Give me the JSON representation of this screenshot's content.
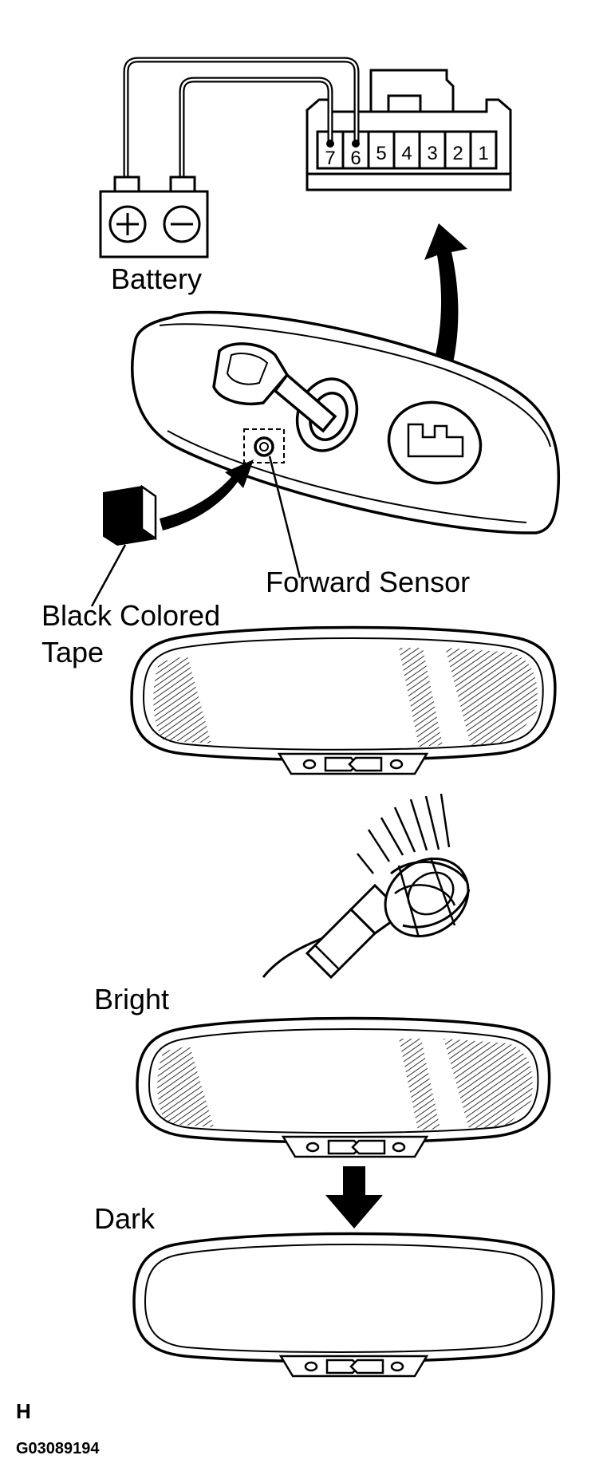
{
  "labels": {
    "battery": "Battery",
    "forward_sensor": "Forward Sensor",
    "black_tape_line1": "Black Colored",
    "black_tape_line2": "Tape",
    "bright": "Bright",
    "dark": "Dark",
    "panel_letter": "H",
    "figure_code": "G03089194"
  },
  "connector": {
    "pins": [
      "7",
      "6",
      "5",
      "4",
      "3",
      "2",
      "1"
    ]
  },
  "battery_terminals": {
    "positive": "+",
    "negative": "−"
  }
}
